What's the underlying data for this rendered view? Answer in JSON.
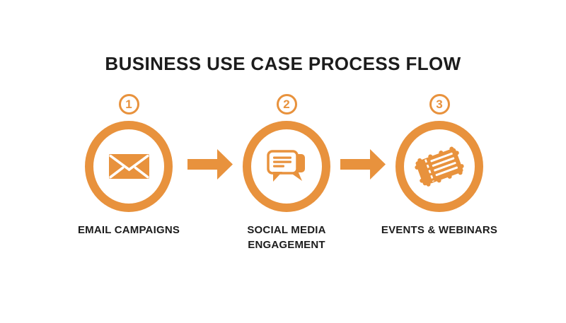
{
  "title": "BUSINESS USE CASE PROCESS FLOW",
  "colors": {
    "accent": "#E8923D",
    "text": "#1C1C1C",
    "background": "#FFFFFF"
  },
  "steps": [
    {
      "number": "1",
      "label": "EMAIL CAMPAIGNS",
      "icon": "envelope-icon"
    },
    {
      "number": "2",
      "label": "SOCIAL MEDIA ENGAGEMENT",
      "icon": "chat-bubbles-icon"
    },
    {
      "number": "3",
      "label": "EVENTS & WEBINARS",
      "icon": "ticket-icon"
    }
  ],
  "arrows": [
    {
      "name": "flow-arrow-1",
      "direction": "right"
    },
    {
      "name": "flow-arrow-2",
      "direction": "right"
    }
  ]
}
